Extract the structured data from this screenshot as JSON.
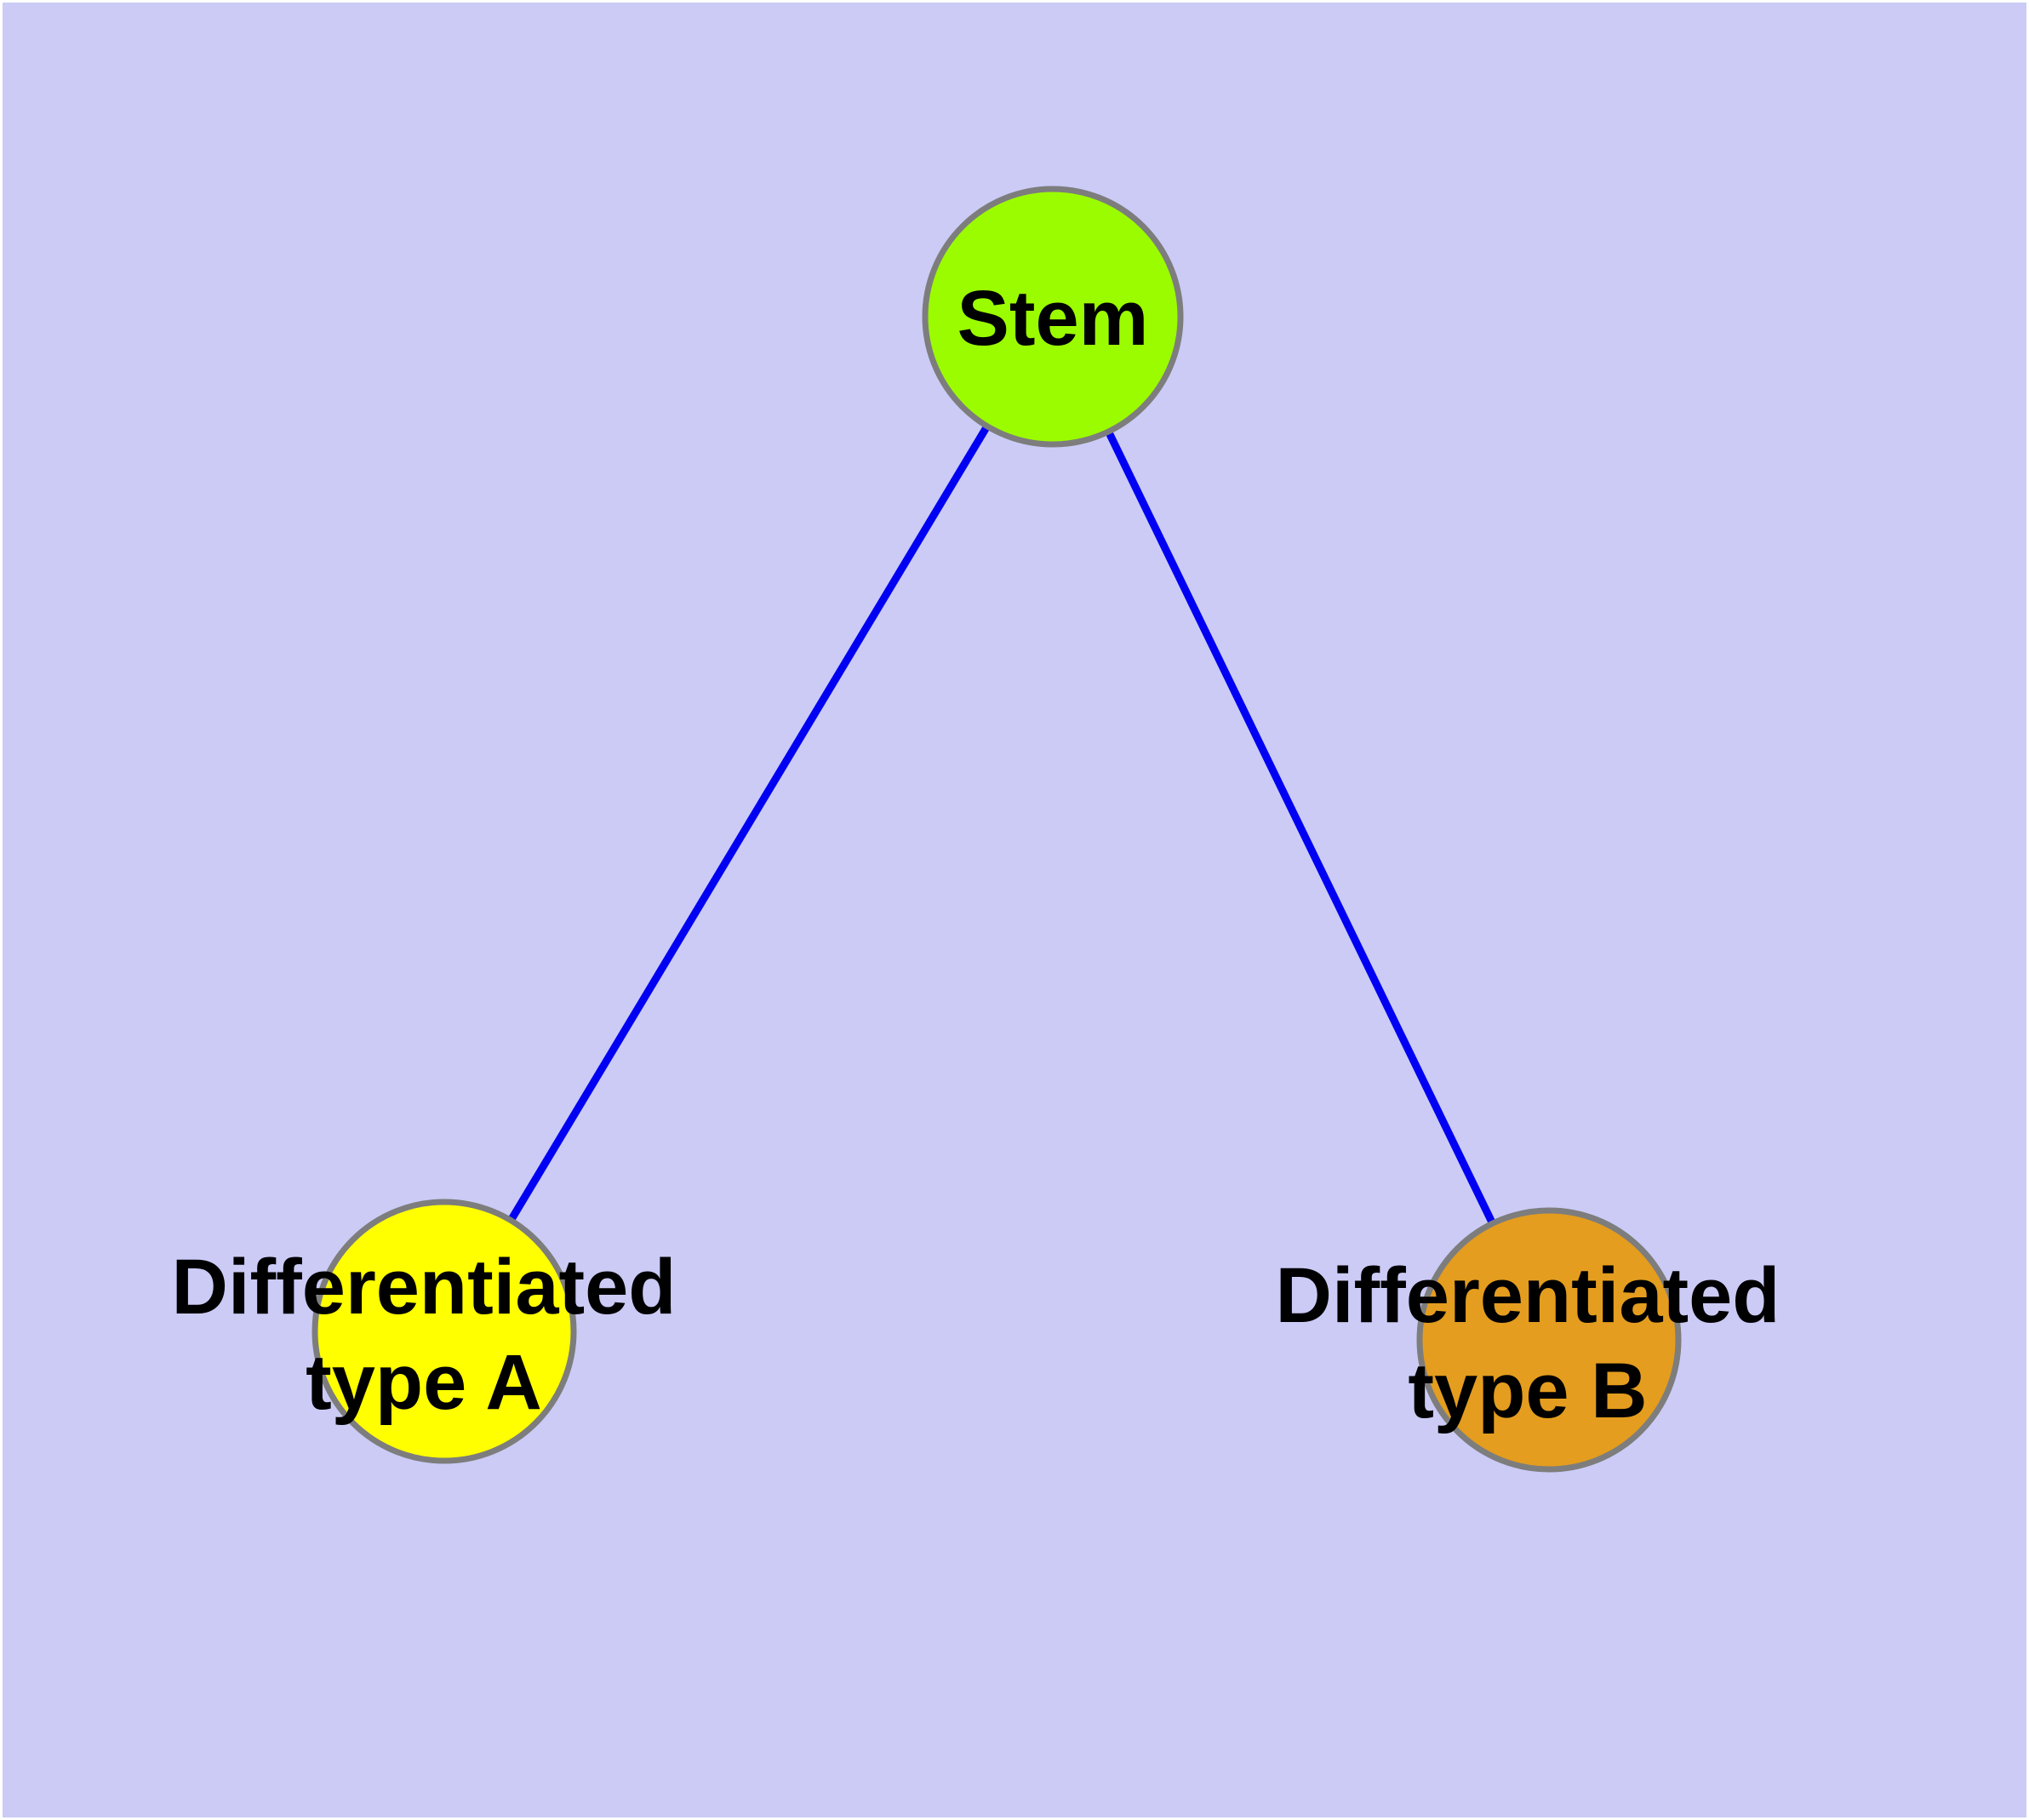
{
  "diagram": {
    "type": "node-link-graph",
    "background_color": "#cbcbf6",
    "frame_color": "#ffffff",
    "edge_color": "#0000f2",
    "node_border_color": "#7d7d7d",
    "text_color": "#000000",
    "nodes": [
      {
        "id": "stem",
        "label": "Stem",
        "color": "#9bfc00"
      },
      {
        "id": "differentiated-type-a",
        "label": "Differentiated\ntype A",
        "color": "#ffff00"
      },
      {
        "id": "differentiated-type-b",
        "label": "Differentiated\ntype B",
        "color": "#e49d1e"
      }
    ],
    "edges": [
      {
        "from": "Stem",
        "to": "Differentiated type A"
      },
      {
        "from": "Stem",
        "to": "Differentiated type B"
      }
    ]
  }
}
